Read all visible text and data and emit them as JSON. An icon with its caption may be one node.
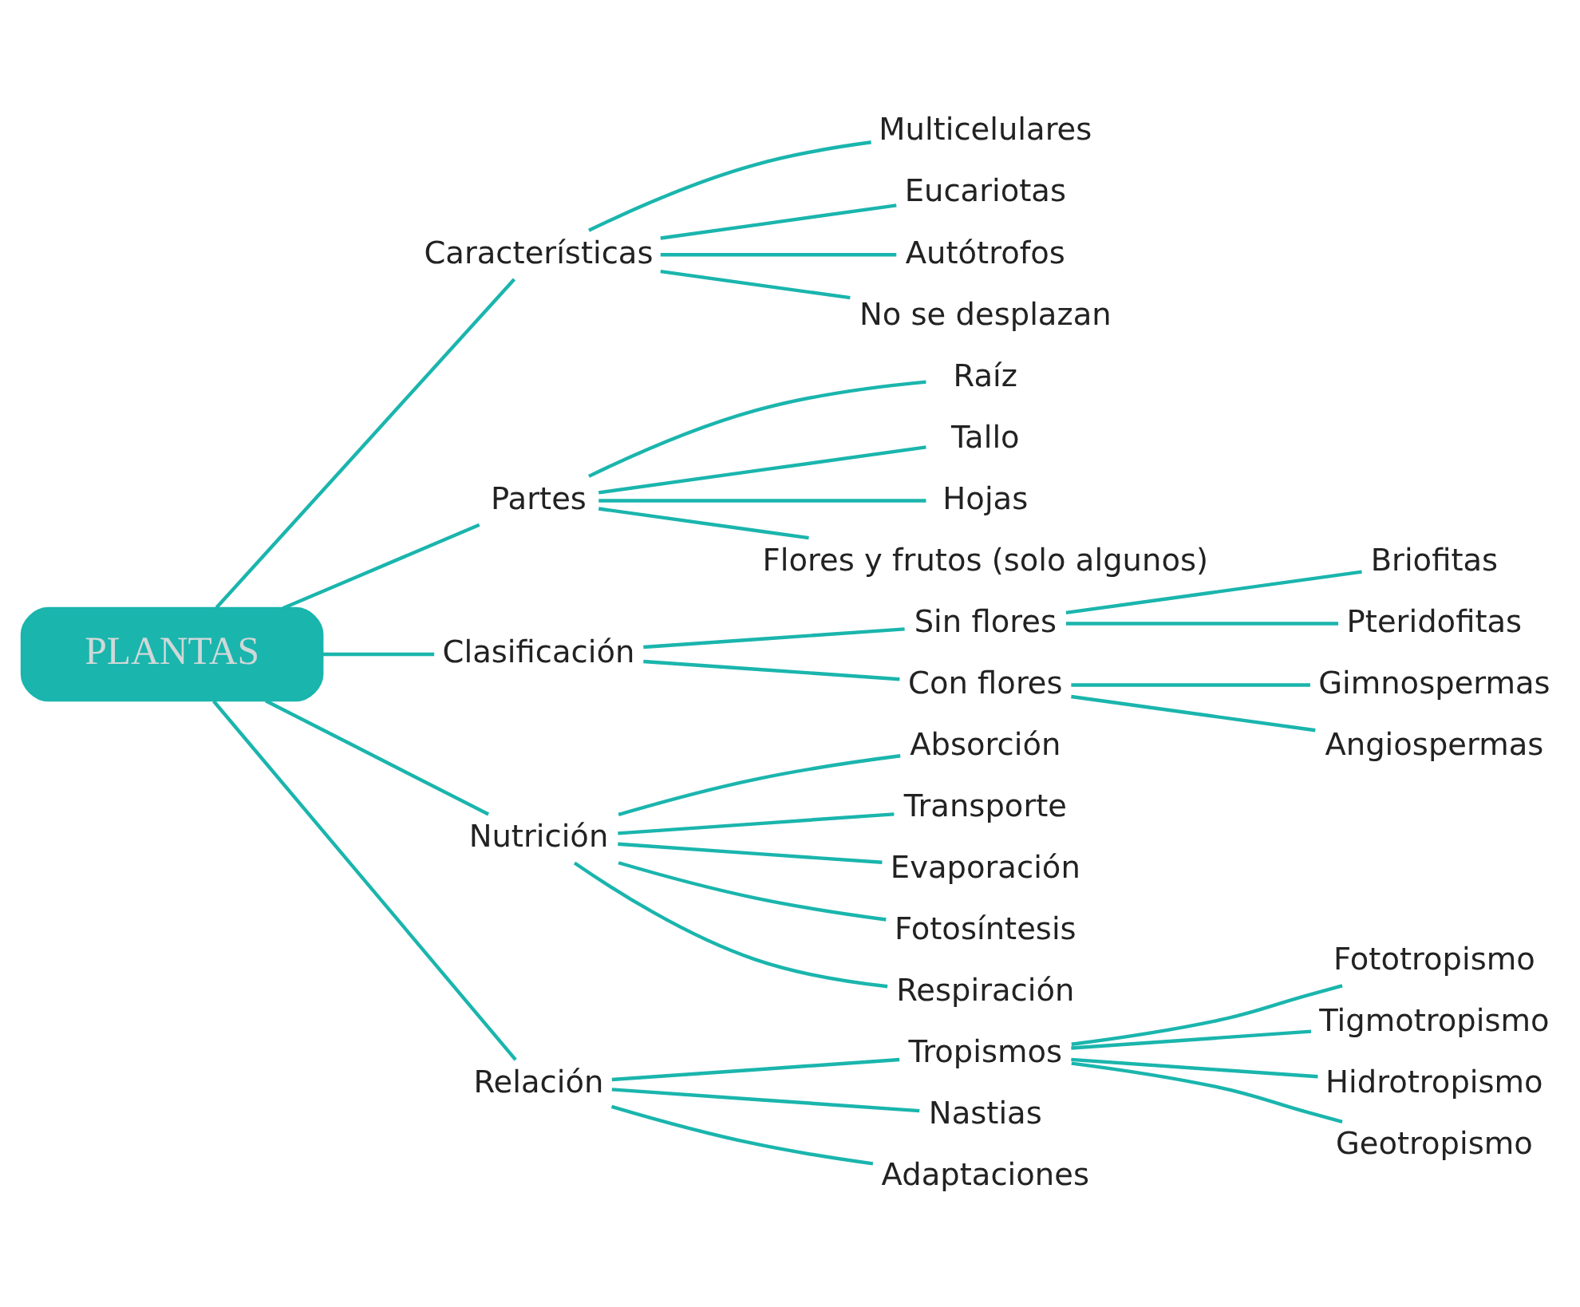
{
  "diagram": {
    "nodes": [
      {
        "text": [
          "PLANTAS"
        ]
      },
      {
        "text": [
          "Características"
        ]
      },
      {
        "text": [
          "Multicelulares"
        ]
      },
      {
        "text": [
          "Eucariotas"
        ]
      },
      {
        "text": [
          "Autótrofos"
        ]
      },
      {
        "text": [
          "No se desplazan"
        ]
      },
      {
        "text": [
          "Partes"
        ]
      },
      {
        "text": [
          "Raíz"
        ]
      },
      {
        "text": [
          "Tallo"
        ]
      },
      {
        "text": [
          "Hojas"
        ]
      },
      {
        "text": [
          "Flores y frutos (solo algunos)"
        ]
      },
      {
        "text": [
          "Clasificación"
        ]
      },
      {
        "text": [
          "Sin flores"
        ]
      },
      {
        "text": [
          "Briofitas"
        ]
      },
      {
        "text": [
          "Pteridofitas"
        ]
      },
      {
        "text": [
          "Con flores"
        ]
      },
      {
        "text": [
          "Gimnospermas"
        ]
      },
      {
        "text": [
          "Angiospermas"
        ]
      },
      {
        "text": [
          "Nutrición"
        ]
      },
      {
        "text": [
          "Absorción"
        ]
      },
      {
        "text": [
          "Transporte"
        ]
      },
      {
        "text": [
          "Evaporación"
        ]
      },
      {
        "text": [
          "Fotosíntesis"
        ]
      },
      {
        "text": [
          "Respiración"
        ]
      },
      {
        "text": [
          "Relación"
        ]
      },
      {
        "text": [
          "Tropismos"
        ]
      },
      {
        "text": [
          "Fototropismo"
        ]
      },
      {
        "text": [
          "Tigmotropismo"
        ]
      },
      {
        "text": [
          "Hidrotropismo"
        ]
      },
      {
        "text": [
          "Geotropismo"
        ]
      },
      {
        "text": [
          "Nastias"
        ]
      },
      {
        "text": [
          "Adaptaciones"
        ]
      }
    ],
    "edges": [
      {
        "from": 0,
        "to": 1,
        "arrow": "none"
      },
      {
        "from": 0,
        "to": 6,
        "arrow": "none"
      },
      {
        "from": 0,
        "to": 11,
        "arrow": "none"
      },
      {
        "from": 0,
        "to": 18,
        "arrow": "none"
      },
      {
        "from": 0,
        "to": 24,
        "arrow": "none"
      },
      {
        "from": 1,
        "to": 2,
        "arrow": "none"
      },
      {
        "from": 1,
        "to": 3,
        "arrow": "none"
      },
      {
        "from": 1,
        "to": 4,
        "arrow": "none"
      },
      {
        "from": 1,
        "to": 5,
        "arrow": "none"
      },
      {
        "from": 6,
        "to": 7,
        "arrow": "none"
      },
      {
        "from": 6,
        "to": 8,
        "arrow": "none"
      },
      {
        "from": 6,
        "to": 9,
        "arrow": "none"
      },
      {
        "from": 6,
        "to": 10,
        "arrow": "none"
      },
      {
        "from": 11,
        "to": 12,
        "arrow": "none"
      },
      {
        "from": 11,
        "to": 15,
        "arrow": "none"
      },
      {
        "from": 12,
        "to": 13,
        "arrow": "none"
      },
      {
        "from": 12,
        "to": 14,
        "arrow": "none"
      },
      {
        "from": 15,
        "to": 16,
        "arrow": "none"
      },
      {
        "from": 15,
        "to": 17,
        "arrow": "none"
      },
      {
        "from": 18,
        "to": 19,
        "arrow": "none"
      },
      {
        "from": 18,
        "to": 20,
        "arrow": "none"
      },
      {
        "from": 18,
        "to": 21,
        "arrow": "none"
      },
      {
        "from": 18,
        "to": 22,
        "arrow": "none"
      },
      {
        "from": 18,
        "to": 23,
        "arrow": "none"
      },
      {
        "from": 24,
        "to": 25,
        "arrow": "none"
      },
      {
        "from": 24,
        "to": 30,
        "arrow": "none"
      },
      {
        "from": 24,
        "to": 31,
        "arrow": "none"
      },
      {
        "from": 25,
        "to": 26,
        "arrow": "none"
      },
      {
        "from": 25,
        "to": 27,
        "arrow": "none"
      },
      {
        "from": 25,
        "to": 28,
        "arrow": "none"
      },
      {
        "from": 25,
        "to": 29,
        "arrow": "none"
      }
    ]
  }
}
